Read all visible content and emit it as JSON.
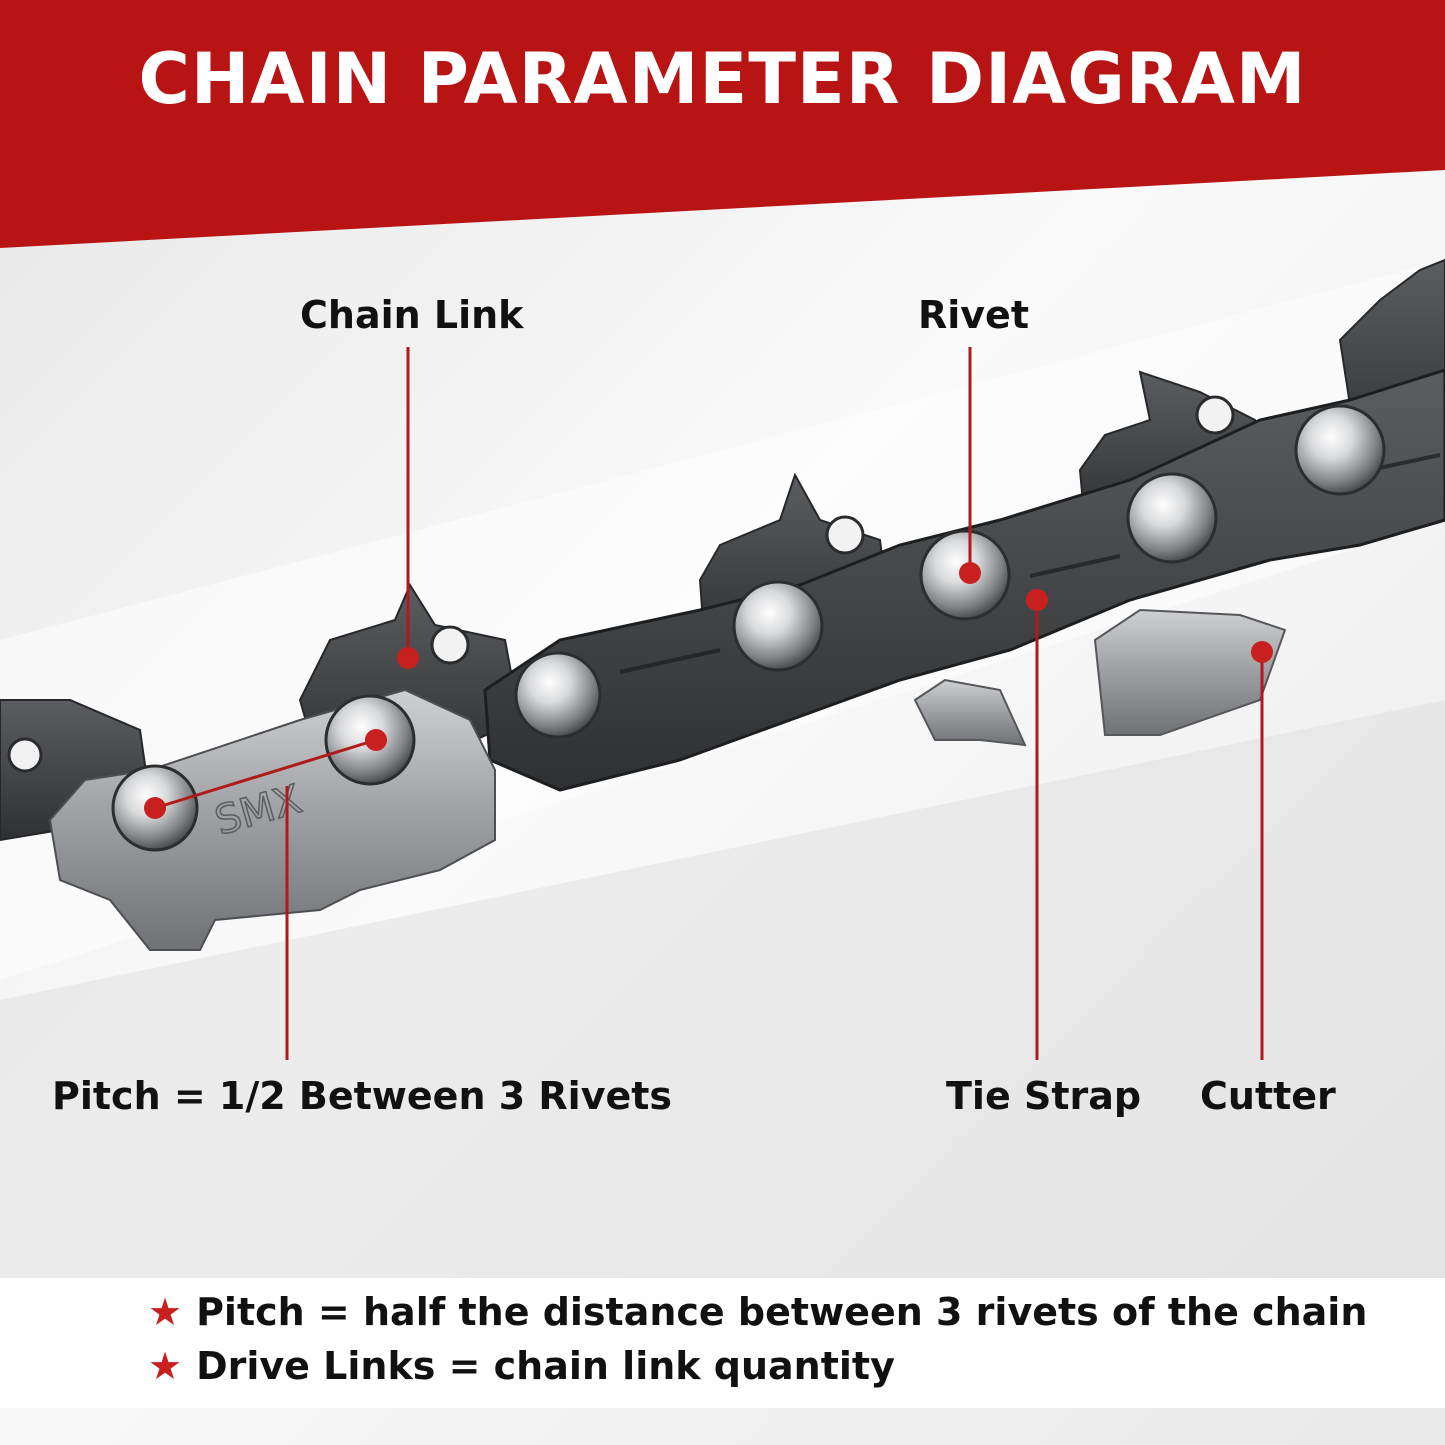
{
  "header": {
    "title": "CHAIN PARAMETER DIAGRAM",
    "background_color": "#b81414"
  },
  "callouts": {
    "chain_link": "Chain Link",
    "rivet": "Rivet",
    "pitch": "Pitch = 1/2 Between 3 Rivets",
    "tie_strap": "Tie Strap",
    "cutter": "Cutter",
    "line_color": "#b01a1a"
  },
  "engraving": {
    "text": "SMX"
  },
  "notes": {
    "star_glyph": "★",
    "items": [
      {
        "text": "Pitch = half the distance between 3 rivets of the chain"
      },
      {
        "text": "Drive Links = chain link quantity"
      }
    ]
  }
}
